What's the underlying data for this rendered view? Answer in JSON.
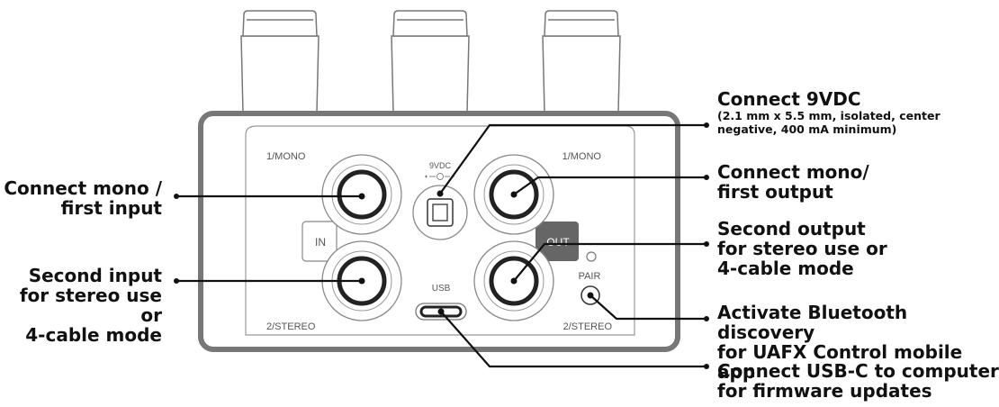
{
  "panel_labels": {
    "input_top": "1/MONO",
    "input_bottom": "2/STEREO",
    "in_tab": "IN",
    "power": "9VDC",
    "output_top": "1/MONO",
    "output_bottom": "2/STEREO",
    "out_tab": "OUT",
    "usb": "USB",
    "pair": "PAIR"
  },
  "callouts": {
    "power": {
      "title": "Connect 9VDC",
      "detail": [
        "(2.1 mm x 5.5 mm, isolated, center",
        "negative, 400 mA minimum)"
      ]
    },
    "first_input": {
      "lines": [
        "Connect mono /",
        "first input"
      ]
    },
    "first_output": {
      "lines": [
        "Connect mono/",
        "first output"
      ]
    },
    "second_output": {
      "lines": [
        "Second output",
        "for stereo use or",
        "4-cable mode"
      ]
    },
    "second_input": {
      "lines": [
        "Second input",
        "for stereo use or",
        "4-cable mode"
      ]
    },
    "bluetooth": {
      "lines": [
        "Activate Bluetooth discovery",
        "for UAFX Control mobile app"
      ]
    },
    "usb": {
      "lines": [
        "Connect USB-C to computer",
        "for firmware updates"
      ]
    }
  }
}
